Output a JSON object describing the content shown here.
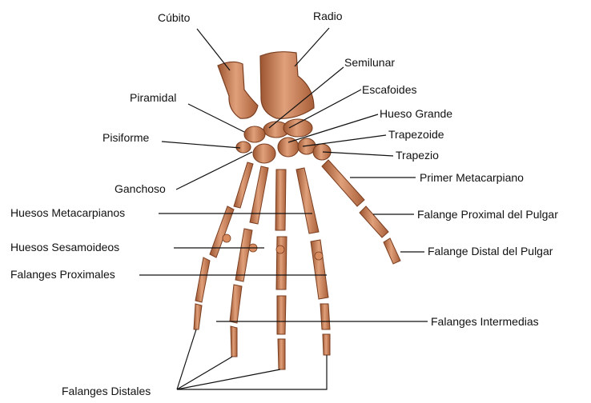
{
  "colors": {
    "bone": "#c97e55",
    "bone_light": "#e6a67c",
    "bone_dark": "#8a4a2a",
    "leader": "#111111"
  },
  "labels": {
    "cubito": "Cúbito",
    "radio": "Radio",
    "semilunar": "Semilunar",
    "escafoides": "Escafoides",
    "piramidal": "Piramidal",
    "hueso_grande": "Hueso Grande",
    "trapezoide": "Trapezoide",
    "pisiforme": "Pisiforme",
    "trapezio": "Trapezio",
    "primer_metacarpiano": "Primer Metacarpiano",
    "ganchoso": "Ganchoso",
    "huesos_metacarpianos": "Huesos Metacarpianos",
    "falange_proximal_pulgar": "Falange Proximal del Pulgar",
    "huesos_sesamoideos": "Huesos Sesamoideos",
    "falange_distal_pulgar": "Falange Distal del Pulgar",
    "falanges_proximales": "Falanges Proximales",
    "falanges_intermedias": "Falanges Intermedias",
    "falanges_distales": "Falanges Distales"
  }
}
